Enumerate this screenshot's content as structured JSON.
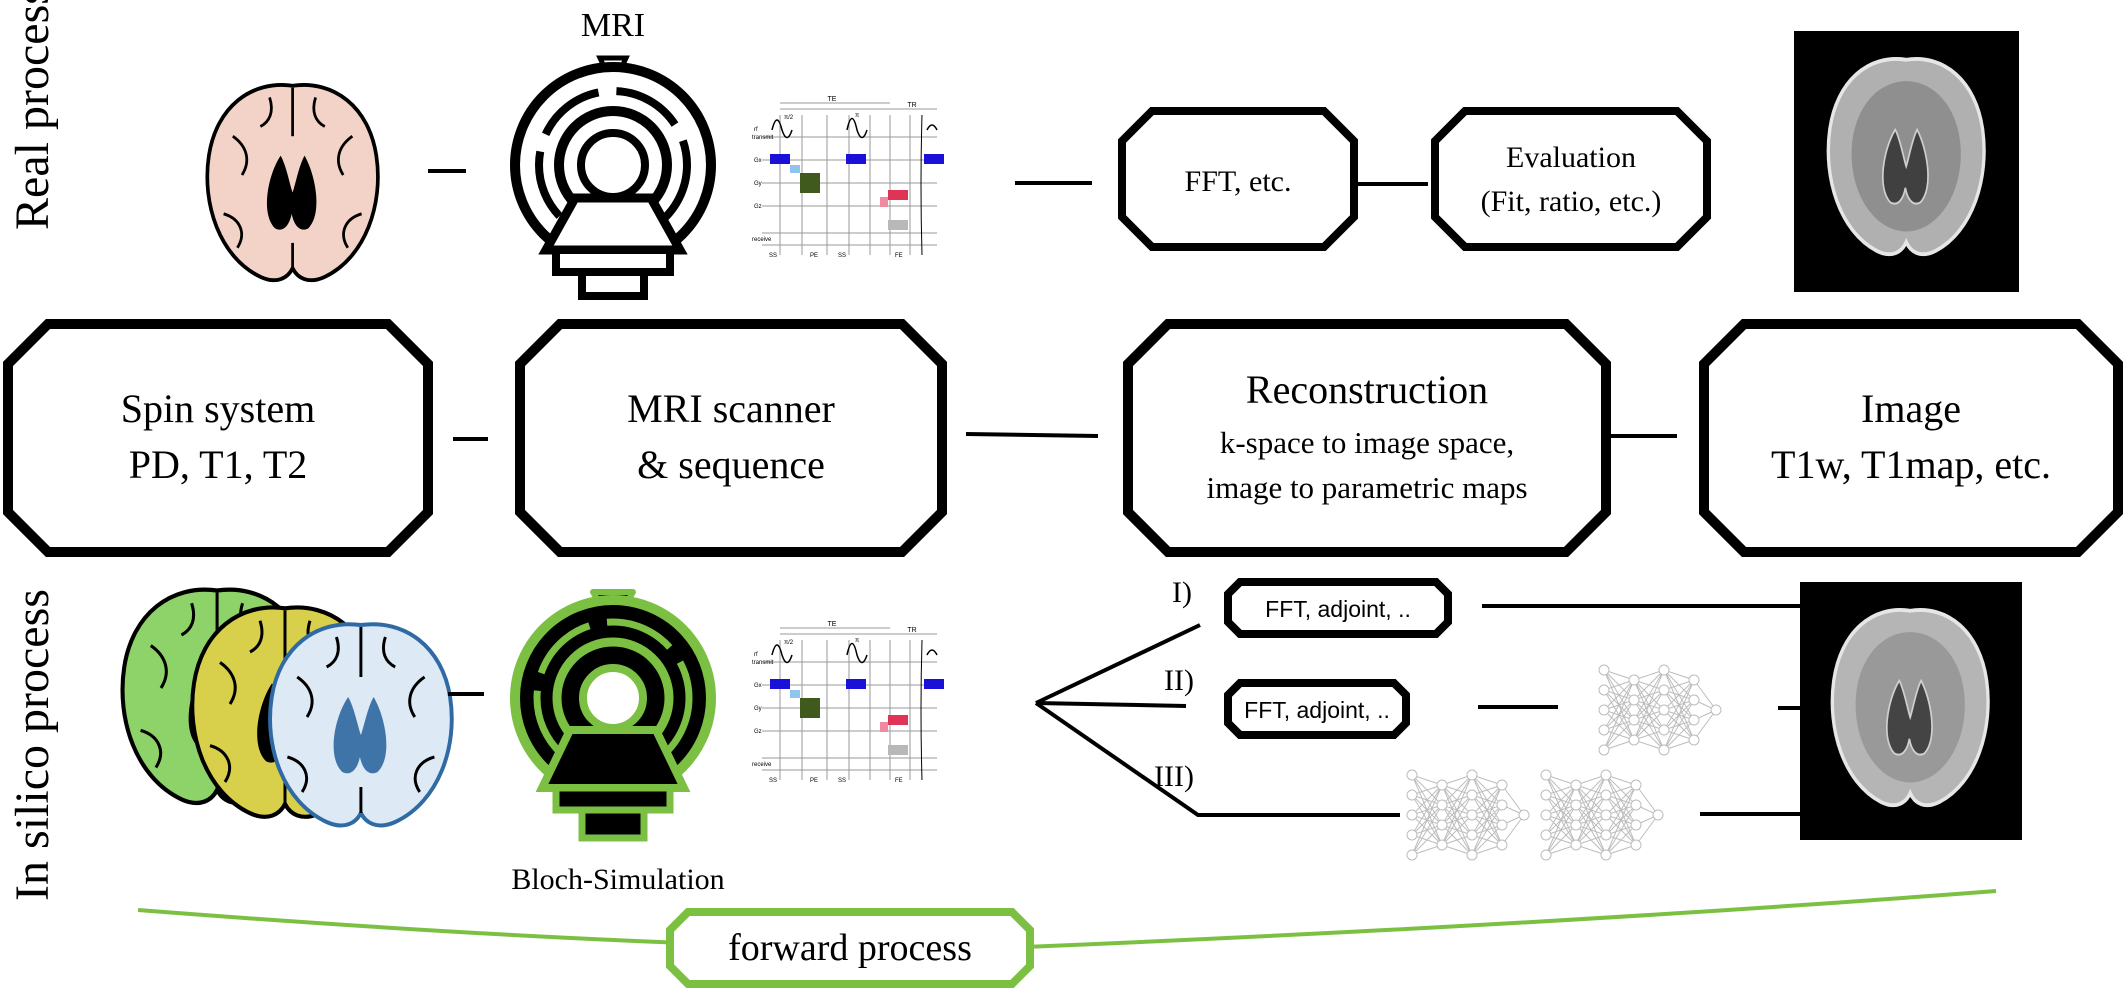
{
  "rows": {
    "real": "Real process",
    "insilico": "In silico process"
  },
  "real_row": {
    "mri_label": "MRI",
    "fft": "FFT, etc.",
    "evaluation_line1": "Evaluation",
    "evaluation_line2": "(Fit, ratio, etc.)"
  },
  "middle_row": {
    "spin_line1": "Spin system",
    "spin_line2": "PD, T1, T2",
    "scanner_line1": "MRI scanner",
    "scanner_line2": "& sequence",
    "recon_title": "Reconstruction",
    "recon_line1": "k-space to image space,",
    "recon_line2": "image to parametric maps",
    "image_line1": "Image",
    "image_line2": "T1w, T1map, etc."
  },
  "silico_row": {
    "bloch": "Bloch-Simulation",
    "path1": "I)",
    "path2": "II)",
    "path3": "III)",
    "fft_adjoint_1": "FFT, adjoint, ..",
    "fft_adjoint_2": "FFT, adjoint, .."
  },
  "footer": {
    "forward": "forward process"
  },
  "sequence_diagram": {
    "te": "TE",
    "tr": "TR",
    "rf": "rf",
    "transmit": "transmit",
    "gx": "Gx",
    "gy": "Gy",
    "gz": "Gz",
    "receive": "receive",
    "ss": "SS",
    "pe": "PE",
    "fe": "FE",
    "pi2": "π/2",
    "pi": "π"
  },
  "colors": {
    "skin": "#f3d3c8",
    "green": "#8ed36a",
    "yellow": "#d8cf4a",
    "blue": "#dde9f4",
    "accent_green": "#7bc043",
    "seq_blue": "#1a10d8",
    "seq_green": "#3f5a1c",
    "seq_red": "#e03456",
    "seq_light": "#8ec4ee"
  }
}
